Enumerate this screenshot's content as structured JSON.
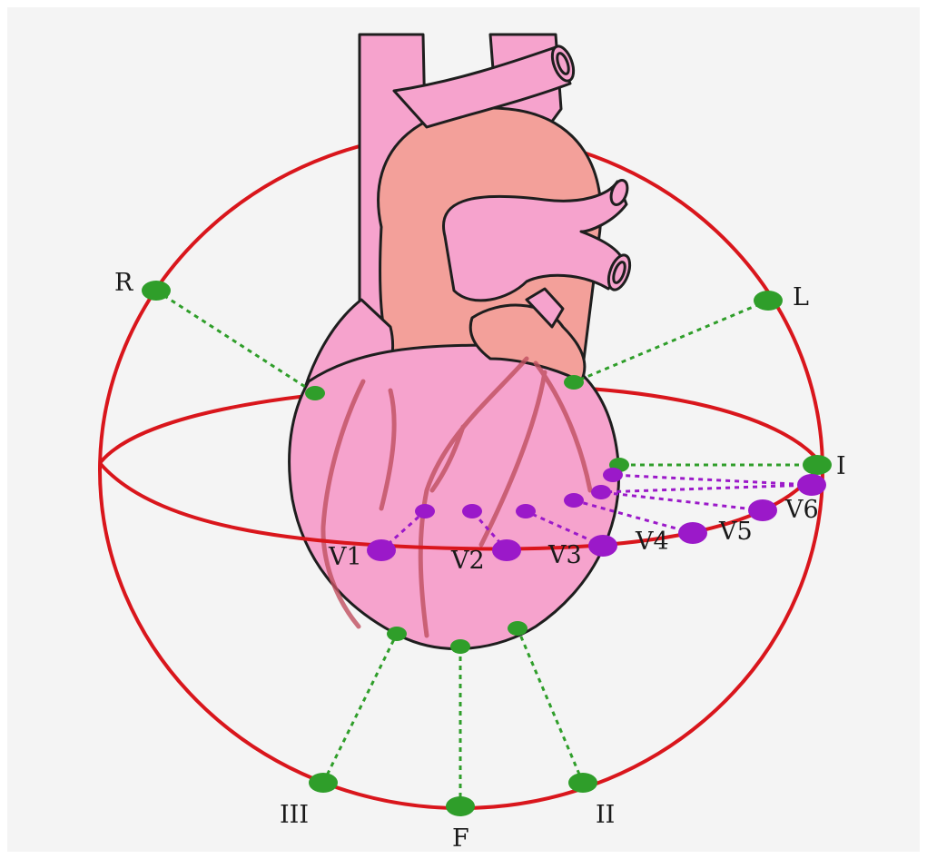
{
  "colors": {
    "background": "#f4f4f4",
    "sphere": "#d9161c",
    "limb_lead": "#2f9e2a",
    "precordial_lead": "#9b19c9",
    "heart_body": "#f6a3cd",
    "heart_dark": "#e684b8",
    "atrium": "#f3a09a",
    "vessel": "#b94a5a",
    "outline": "#1e1e1e"
  },
  "limb_leads": {
    "R": "R",
    "L": "L",
    "I": "I",
    "II": "II",
    "III": "III",
    "F": "F"
  },
  "precordial_leads": [
    "V1",
    "V2",
    "V3",
    "V4",
    "V5",
    "V6"
  ]
}
